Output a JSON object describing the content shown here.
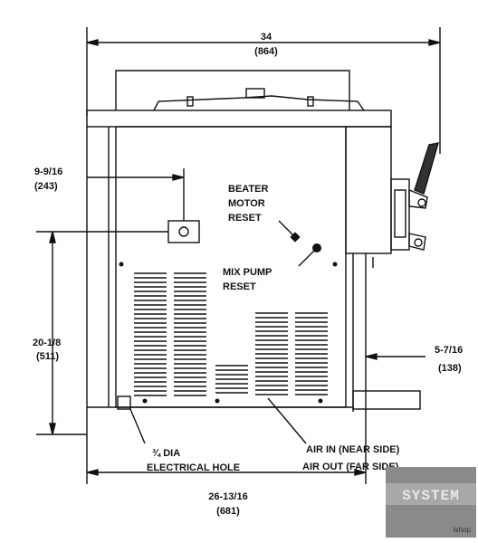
{
  "dimensions": {
    "overall_width": {
      "in": "34",
      "mm": "(864)"
    },
    "base_width": {
      "in": "26-13/16",
      "mm": "(681)"
    },
    "left_offset": {
      "in": "9-9/16",
      "mm": "(243)"
    },
    "height": {
      "in": "20-1/8",
      "mm": "(511)"
    },
    "right_offset": {
      "in": "5-7/16",
      "mm": "(138)"
    }
  },
  "callouts": {
    "beater_reset": [
      "BEATER",
      "MOTOR",
      "RESET"
    ],
    "mix_pump_reset": [
      "MIX PUMP",
      "RESET"
    ],
    "electrical_hole": [
      "¾ DIA",
      "ELECTRICAL HOLE"
    ],
    "air": [
      "AIR IN (NEAR SIDE)",
      "AIR OUT (FAR SIDE)"
    ]
  },
  "watermark": {
    "text": "SYSTEM",
    "sub": "Ishop"
  },
  "colors": {
    "line": "#111111",
    "background": "#ffffff",
    "watermark": "#7a7a7a"
  }
}
